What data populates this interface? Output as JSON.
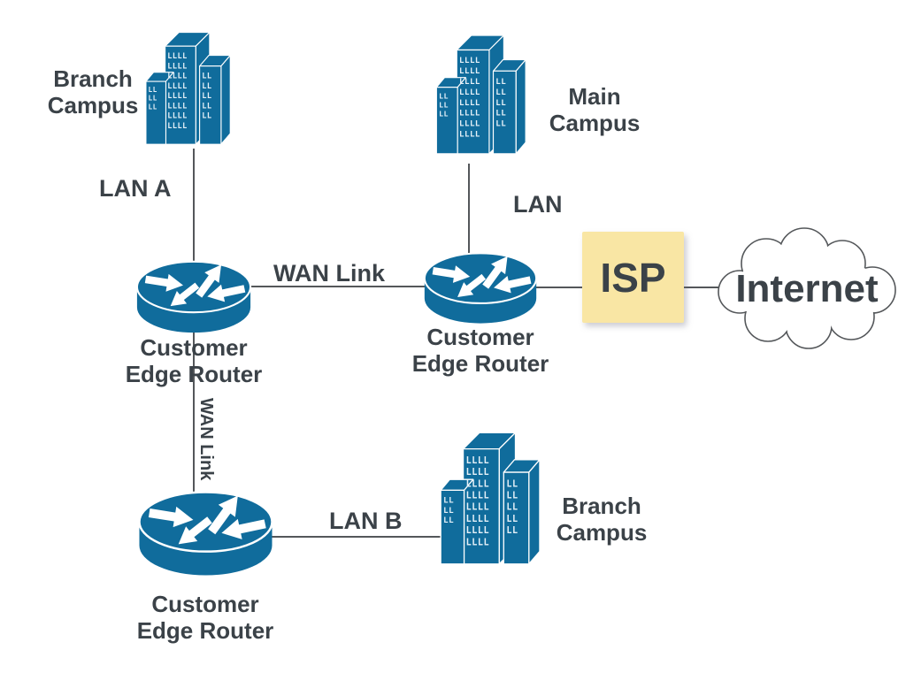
{
  "colors": {
    "background": "#FFFFFF",
    "node_blue": "#106C9C",
    "label_dark": "#3B4248",
    "line_gray": "#54575A",
    "isp_yellow": "#F9E6A4"
  },
  "nodes": {
    "branch_campus_top": {
      "label": "Branch Campus",
      "type": "building"
    },
    "main_campus": {
      "label": "Main Campus",
      "type": "building"
    },
    "branch_campus_bottom": {
      "label": "Branch Campus",
      "type": "building"
    },
    "ce_router_left": {
      "label": "Customer Edge Router",
      "type": "router"
    },
    "ce_router_center": {
      "label": "Customer Edge Router",
      "type": "router"
    },
    "ce_router_bottom": {
      "label": "Customer Edge Router",
      "type": "router"
    },
    "isp": {
      "label": "ISP",
      "type": "provider-note"
    },
    "internet": {
      "label": "Internet",
      "type": "cloud"
    }
  },
  "links": {
    "lan_a": {
      "label": "LAN A",
      "from": "branch_campus_top",
      "to": "ce_router_left"
    },
    "lan": {
      "label": "LAN",
      "from": "main_campus",
      "to": "ce_router_center"
    },
    "lan_b": {
      "label": "LAN B",
      "from": "ce_router_bottom",
      "to": "branch_campus_bottom"
    },
    "wan_link_top": {
      "label": "WAN Link",
      "from": "ce_router_left",
      "to": "ce_router_center"
    },
    "wan_link_left": {
      "label": "WAN Link",
      "from": "ce_router_left",
      "to": "ce_router_bottom"
    },
    "isp_uplink": {
      "label": "",
      "from": "ce_router_center",
      "to": "isp"
    },
    "internet_uplink": {
      "label": "",
      "from": "isp",
      "to": "internet"
    }
  }
}
